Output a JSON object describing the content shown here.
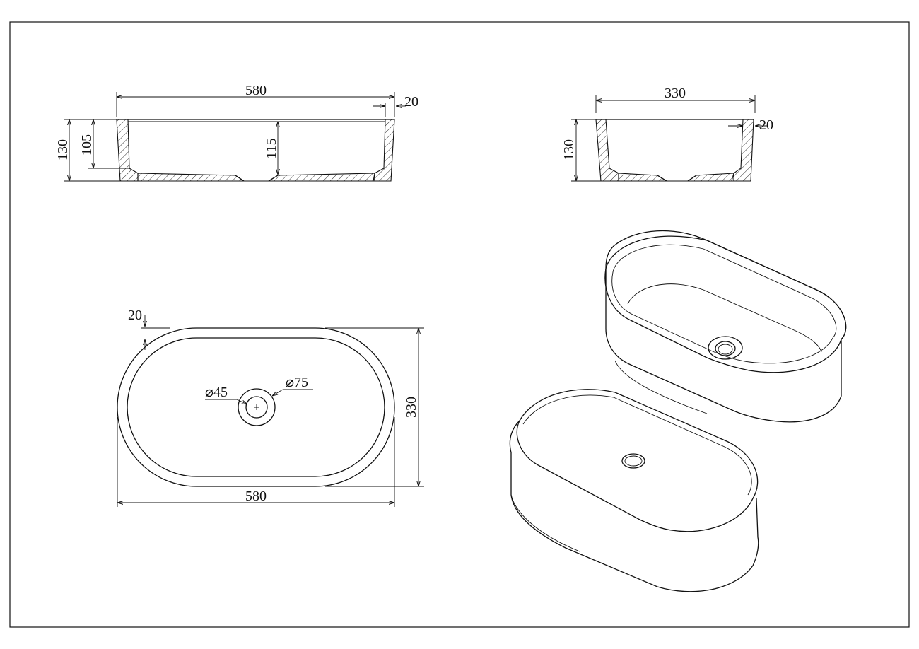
{
  "top_section": {
    "length": "580",
    "wall": "20",
    "height": "130",
    "inner_depth": "105",
    "center_depth": "115"
  },
  "side_section": {
    "width": "330",
    "wall": "20",
    "height": "130"
  },
  "plan_view": {
    "rim": "20",
    "drain_inner": "⌀45",
    "drain_outer": "⌀75",
    "width": "330",
    "length": "580"
  }
}
